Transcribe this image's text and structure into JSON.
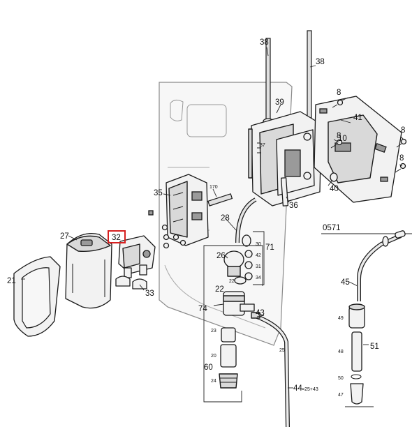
{
  "diagram": {
    "labels": {
      "p38a": "38",
      "p38b": "38",
      "p8a": "8",
      "p8b": "8",
      "p8c": "8",
      "p8d": "8",
      "p39": "39",
      "p41": "41",
      "p10": "10",
      "p37": "37",
      "p40": "40",
      "p36": "36",
      "p35": "35",
      "p170": "170",
      "p27": "27",
      "p32": "32",
      "p21": "21",
      "p33": "33",
      "p28": "28",
      "p26": "26",
      "p71": "71",
      "p30": "30",
      "p42": "42",
      "p31": "31",
      "p22a": "22",
      "p22b": "22",
      "p34": "34",
      "p74": "74",
      "p43": "43",
      "p23": "23",
      "p20": "20",
      "p24": "24",
      "p60": "60",
      "p25": "25",
      "p44": "44",
      "p44note": "=25+43",
      "p0571": "0571",
      "p45": "45",
      "p49": "49",
      "p48": "48",
      "p51": "51",
      "p50": "50",
      "p47": "47"
    },
    "highlight": {
      "label": "32",
      "color": "#d62020"
    }
  }
}
